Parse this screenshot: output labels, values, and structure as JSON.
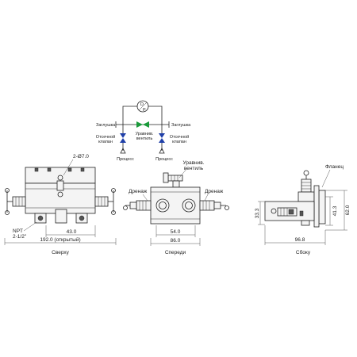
{
  "schematic": {
    "plug_left": "Заглушка",
    "plug_right": "Заглушка",
    "equalizing_valve": "Уравнив. вентиль",
    "shutoff_valve": "Отсечной клапан",
    "process_left": "Процесс",
    "process_right": "Процесс",
    "gauge_letters": "D",
    "gauge_letter_p": "P"
  },
  "top_view": {
    "hole_label": "2-Ø7.0",
    "thread_label": "NPT",
    "thread_size": "2-1/2\"",
    "dim_inner": "43.0",
    "dim_open": "192.0 (открытый)",
    "caption": "Сверху"
  },
  "front_view": {
    "valve_label": "Уравнив. вентиль",
    "drain_left": "Дренаж",
    "drain_right": "Дренаж",
    "dim_inner": "54.0",
    "dim_outer": "86.0",
    "caption": "Спереди"
  },
  "side_view": {
    "flange_label": "Фланец",
    "dim_height_left": "33.3",
    "dim_height_mid": "41.3",
    "dim_height_right": "62.0",
    "dim_width": "96.8",
    "caption": "Сбоку"
  },
  "colors": {
    "line": "#222222",
    "green_valve": "#1a9a3a",
    "blue_valve": "#1f3fa8"
  }
}
